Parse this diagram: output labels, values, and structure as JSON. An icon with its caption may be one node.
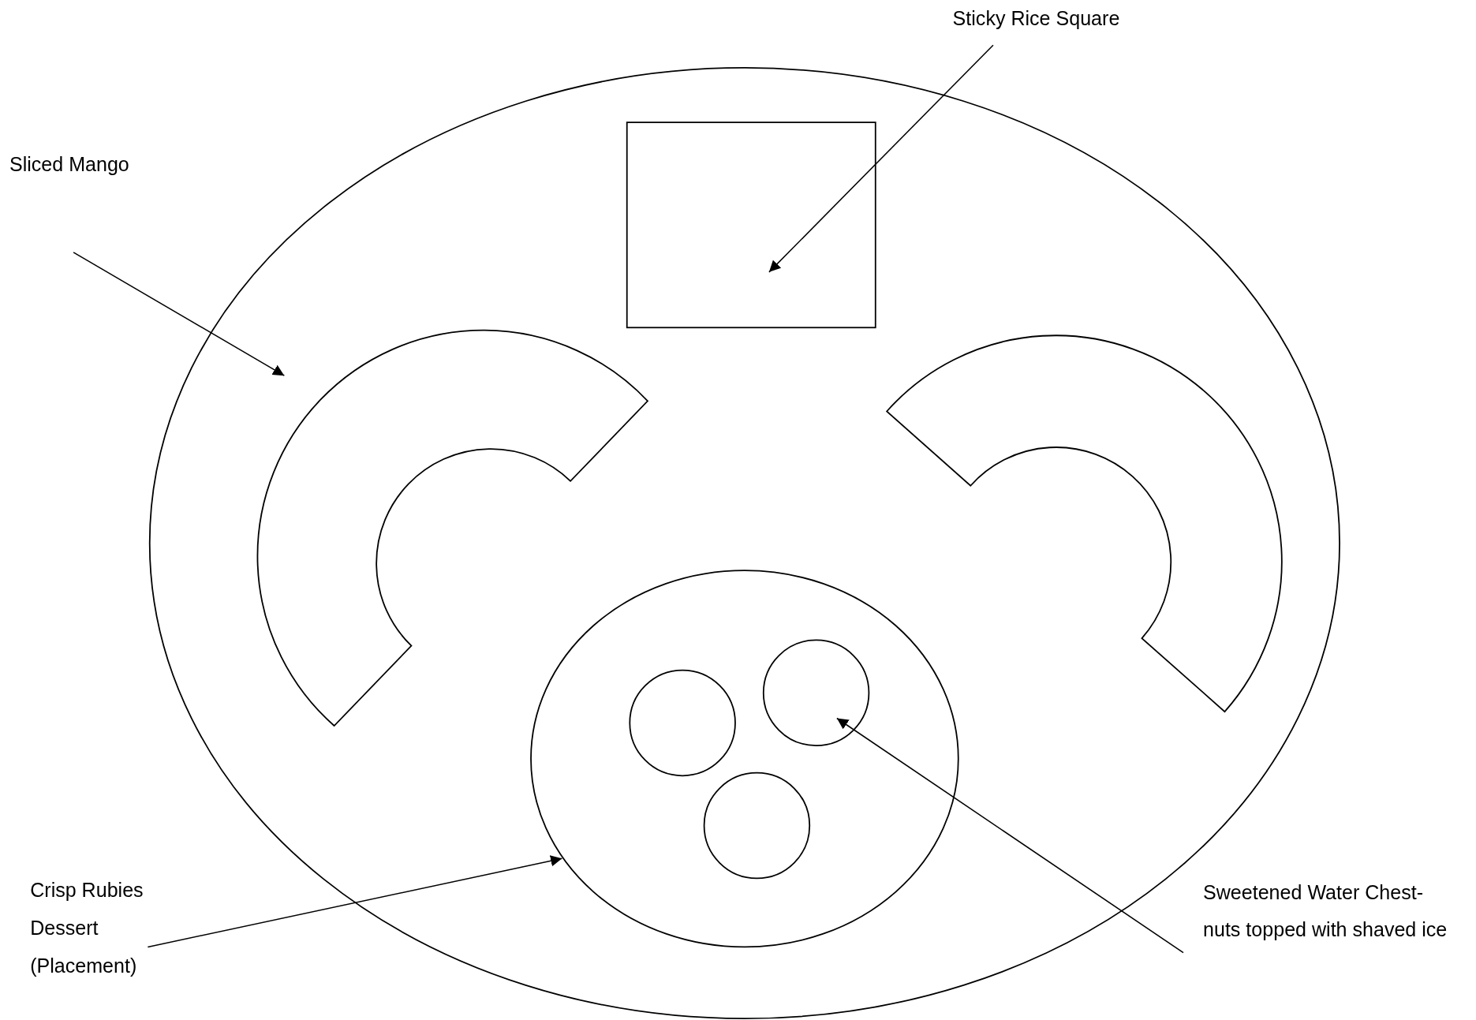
{
  "diagram": {
    "nodes": [
      {
        "text": [
          "Sticky Rice Square"
        ]
      },
      {
        "text": [],
        "shape": "box"
      },
      {
        "text": [
          "Sliced Mango"
        ]
      },
      {
        "text": [],
        "shape": "arc"
      },
      {
        "text": [],
        "shape": "arc"
      },
      {
        "text": [],
        "shape": "ellipse"
      },
      {
        "text": [],
        "shape": "circle",
        "in": 5
      },
      {
        "text": [],
        "shape": "circle",
        "in": 5
      },
      {
        "text": [],
        "shape": "circle",
        "in": 5
      },
      {
        "text": [
          "Crisp Rubies Dessert (Placement)"
        ]
      },
      {
        "text": [
          "Sweetened Water Chest-nuts topped with shaved ice"
        ]
      }
    ],
    "edges": [
      {
        "from": 0,
        "to": 1,
        "arrow": "to"
      },
      {
        "from": 2,
        "to": 3,
        "arrow": "to"
      },
      {
        "from": 9,
        "to": 5,
        "arrow": "to"
      },
      {
        "from": 10,
        "to": 8,
        "arrow": "to"
      }
    ]
  }
}
